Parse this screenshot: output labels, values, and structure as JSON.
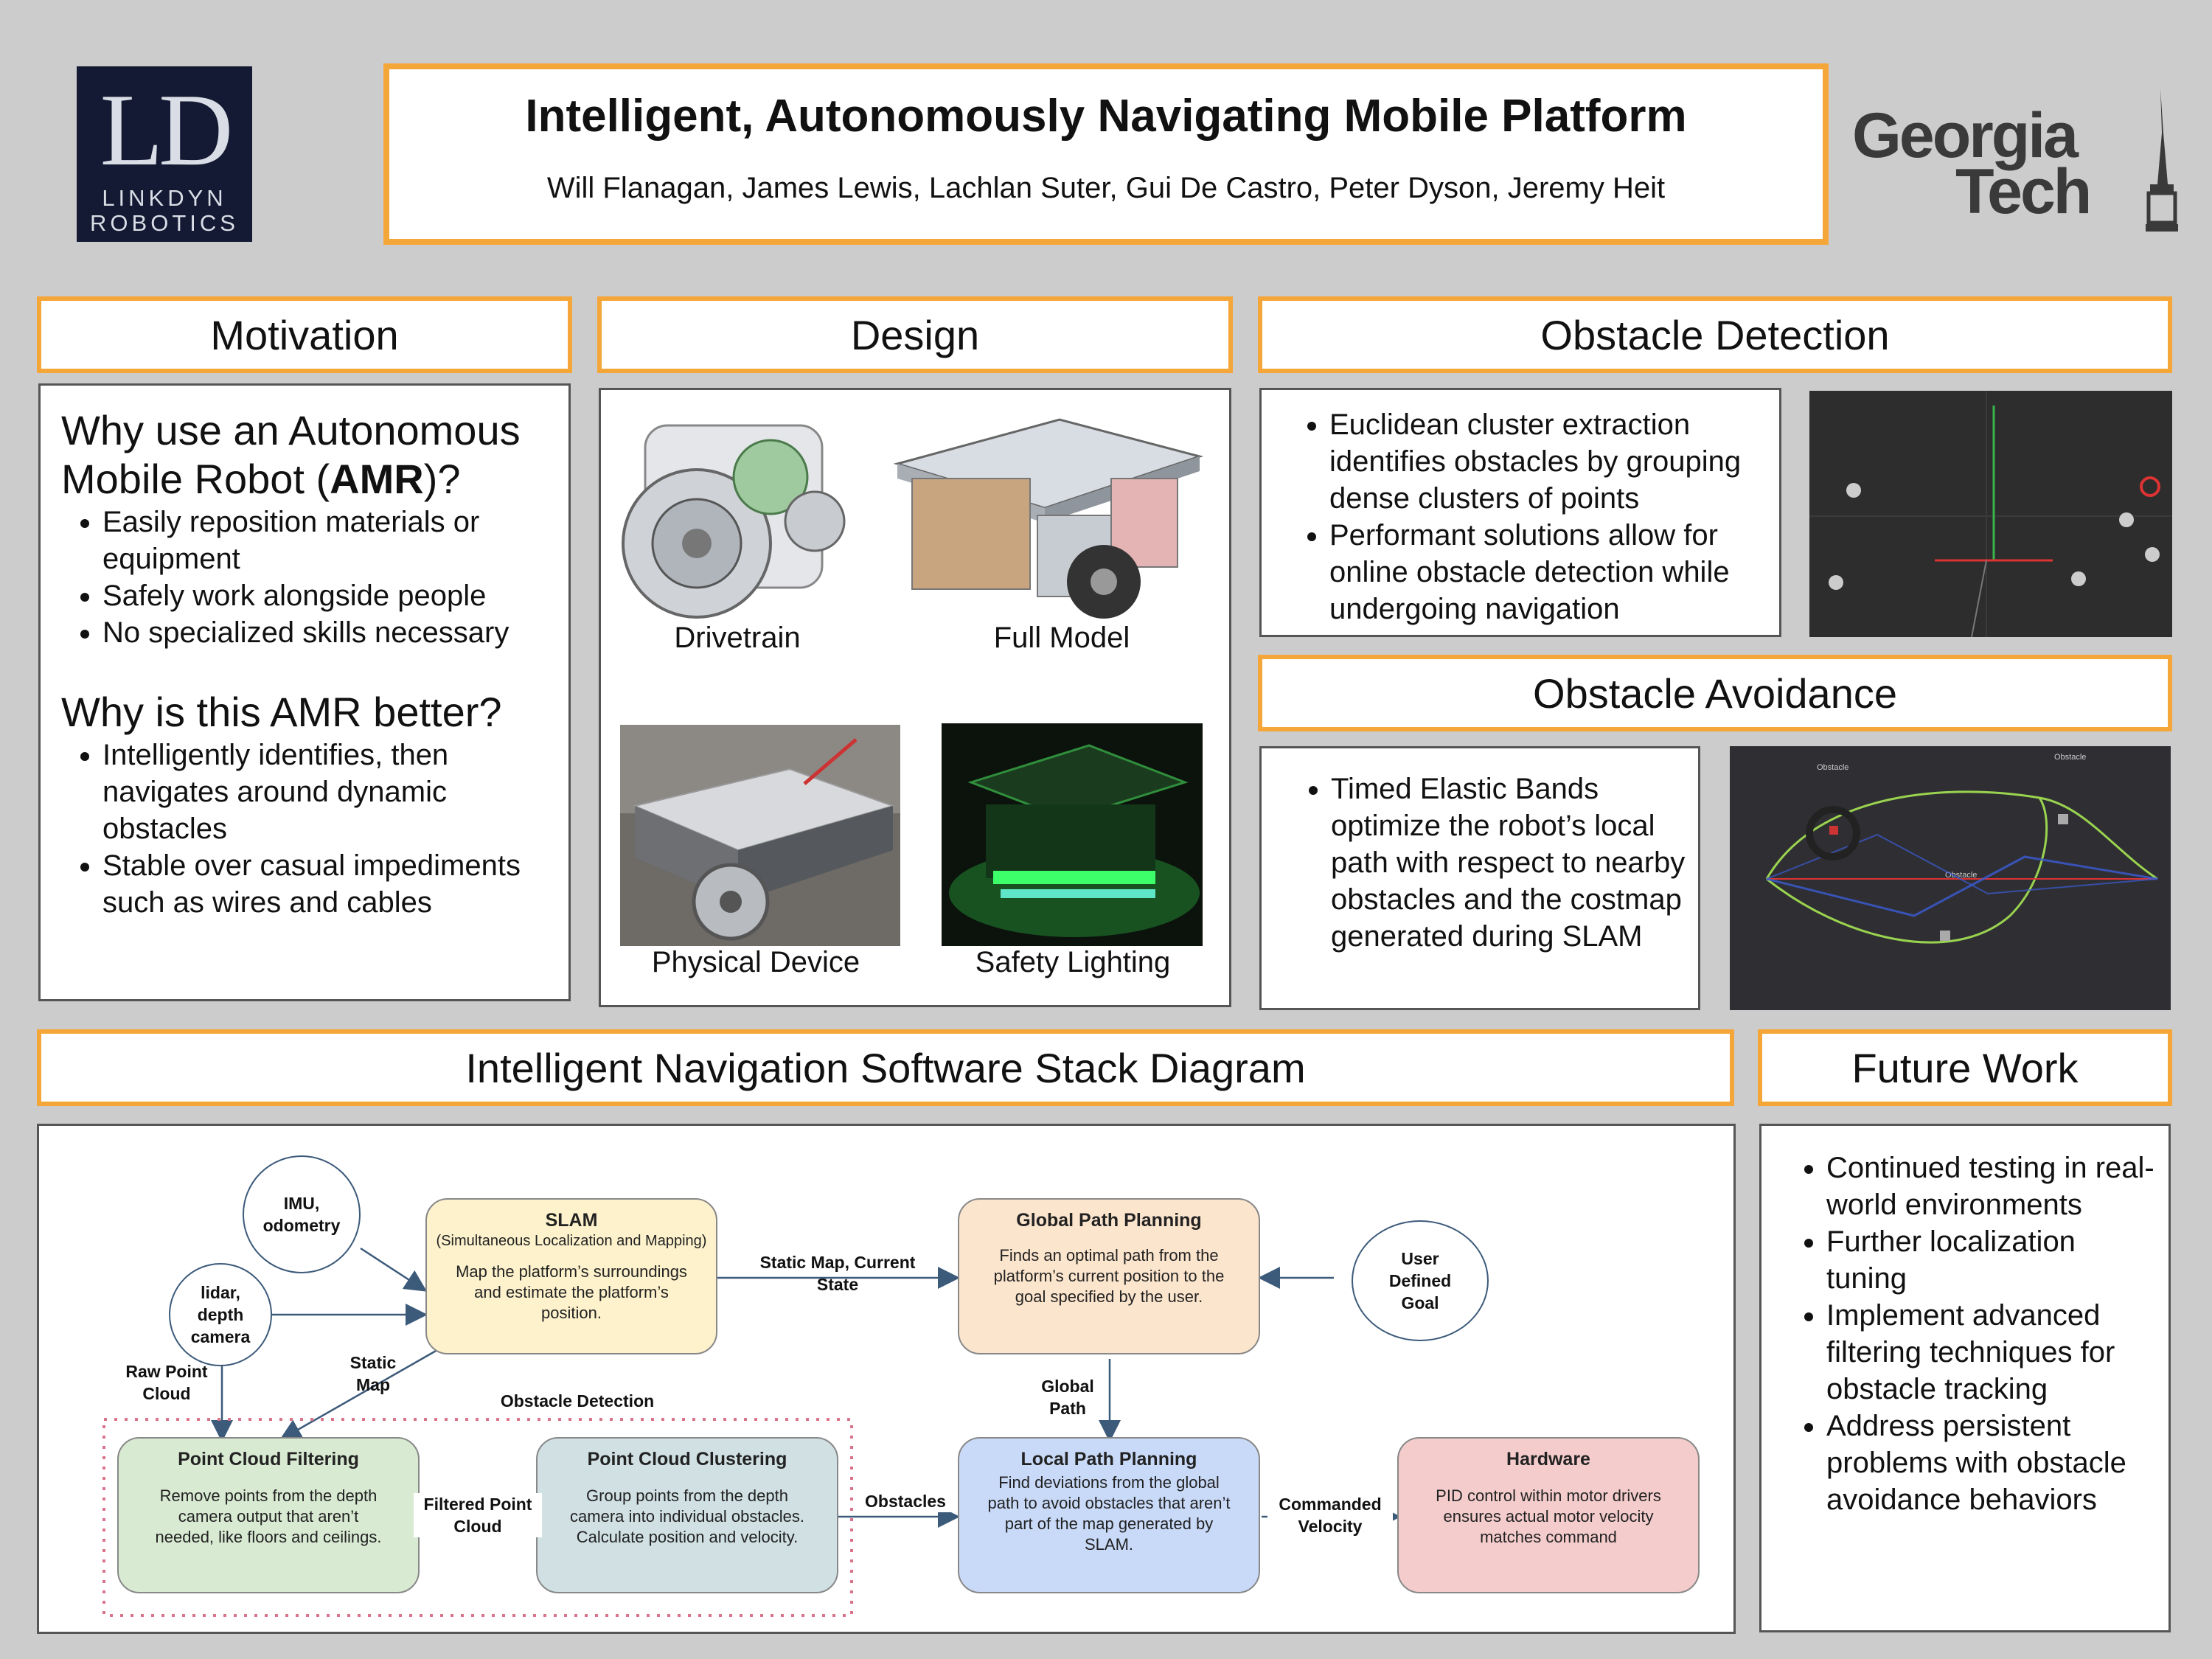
{
  "header": {
    "logo_left": "LINKDYN ROBOTICS",
    "logo_left_top": "LD",
    "logo_left_line1": "LINKDYN",
    "logo_left_line2": "ROBOTICS",
    "title": "Intelligent, Autonomously Navigating Mobile Platform",
    "authors": "Will Flanagan, James Lewis, Lachlan Suter, Gui De Castro, Peter Dyson, Jeremy Heit",
    "logo_right_line1": "Georgia",
    "logo_right_line2": "Tech"
  },
  "motivation": {
    "heading": "Motivation",
    "q1_pre": "Why use an Autonomous Mobile Robot (",
    "q1_bold": "AMR",
    "q1_post": ")?",
    "bullets1": [
      "Easily reposition materials or equipment",
      "Safely work alongside people",
      "No specialized skills necessary"
    ],
    "q2": "Why is this AMR better?",
    "bullets2": [
      "Intelligently identifies, then navigates around dynamic obstacles",
      "Stable over casual impediments such as wires and cables"
    ]
  },
  "design": {
    "heading": "Design",
    "captions": [
      "Drivetrain",
      "Full Model",
      "Physical Device",
      "Safety Lighting"
    ]
  },
  "obstacle_detection": {
    "heading": "Obstacle Detection",
    "bullets": [
      "Euclidean cluster extraction identifies obstacles by grouping dense clusters of points",
      "Performant solutions allow for online obstacle detection while undergoing navigation"
    ]
  },
  "obstacle_avoidance": {
    "heading": "Obstacle Avoidance",
    "bullets": [
      "Timed Elastic Bands optimize the robot’s local path with respect to nearby obstacles and the costmap generated during SLAM"
    ],
    "img_labels": [
      "Obstacle",
      "Obstacle",
      "Obstacle"
    ]
  },
  "diagram": {
    "heading": "Intelligent Navigation Software Stack Diagram",
    "group_label": "Obstacle Detection",
    "circles": {
      "imu": "IMU, odometry",
      "lidar": "lidar, depth camera",
      "user": "User Defined Goal"
    },
    "nodes": {
      "slam": {
        "title": "SLAM",
        "subtitle": "(Simultaneous Localization and Mapping)",
        "body": "Map the platform’s surroundings and estimate the platform’s position."
      },
      "global": {
        "title": "Global Path Planning",
        "body": "Finds an optimal path from the platform’s current position to the goal specified by the user."
      },
      "filter": {
        "title": "Point Cloud Filtering",
        "body": "Remove points from the depth camera output that aren’t needed, like floors and ceilings."
      },
      "cluster": {
        "title": "Point Cloud Clustering",
        "body": "Group points from the depth camera into individual obstacles. Calculate position and velocity."
      },
      "local": {
        "title": "Local Path Planning",
        "body": "Find deviations from the global path to avoid obstacles that aren’t part of the map generated by SLAM."
      },
      "hardware": {
        "title": "Hardware",
        "body": "PID control within motor drivers ensures actual motor velocity matches command"
      }
    },
    "edges": {
      "static_map_state": "Static Map, Current State",
      "raw_point_cloud": "Raw Point Cloud",
      "static_map": "Static Map",
      "global_path": "Global Path",
      "filtered_point_cloud": "Filtered Point Cloud",
      "obstacles": "Obstacles",
      "commanded_velocity": "Commanded Velocity"
    }
  },
  "future_work": {
    "heading": "Future Work",
    "bullets": [
      "Continued testing in real-world environments",
      "Further localization tuning",
      "Implement advanced filtering techniques for obstacle tracking",
      "Address persistent problems with obstacle avoidance behaviors"
    ]
  },
  "colors": {
    "accent": "#f5a638",
    "slam": "#fdf2cc",
    "global": "#fce5cd",
    "filter": "#d9ead3",
    "cluster": "#d0e0e3",
    "local": "#c9daf8",
    "hardware": "#f4cccc"
  }
}
